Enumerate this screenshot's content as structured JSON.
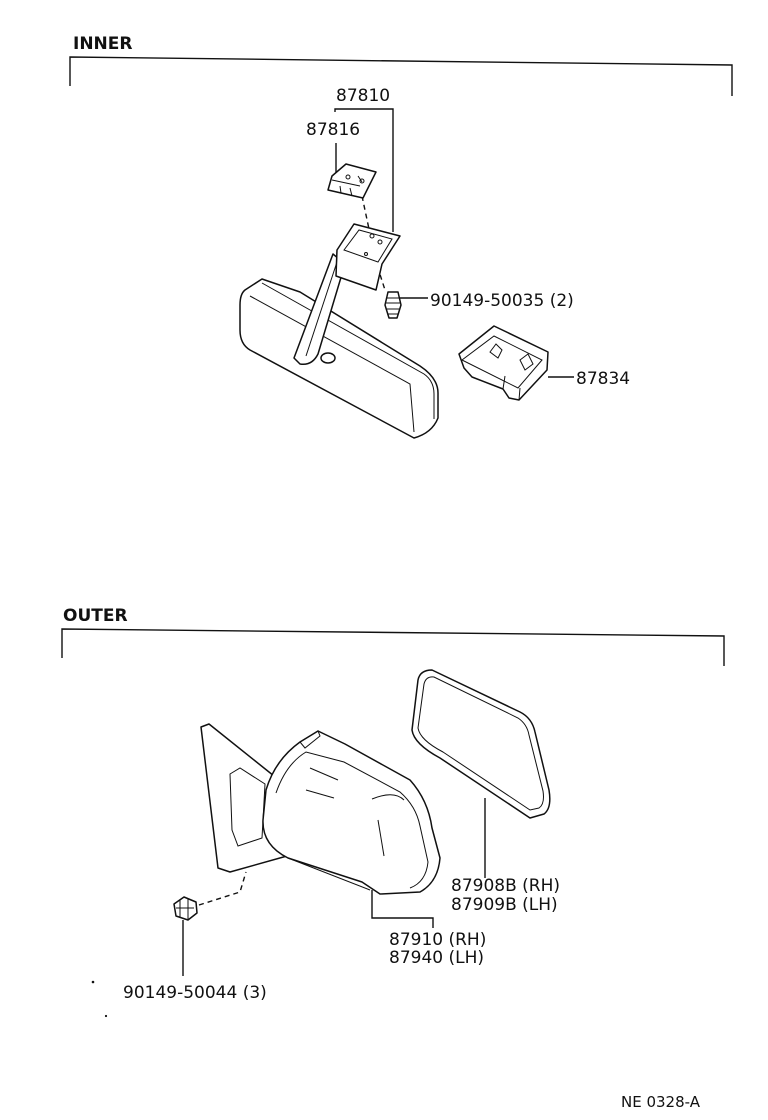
{
  "sections": {
    "inner": {
      "title": "INNER"
    },
    "outer": {
      "title": "OUTER"
    }
  },
  "labels": {
    "p87810": "87810",
    "p87816": "87816",
    "screw_inner": "90149-50035 (2)",
    "p87834": "87834",
    "glass_rh": "87908B (RH)",
    "glass_lh": "87909B (LH)",
    "mirror_rh": "87910 (RH)",
    "mirror_lh": "87940 (LH)",
    "screw_outer": "90149-50044 (3)"
  },
  "drawing_id": "NE  0328-A"
}
